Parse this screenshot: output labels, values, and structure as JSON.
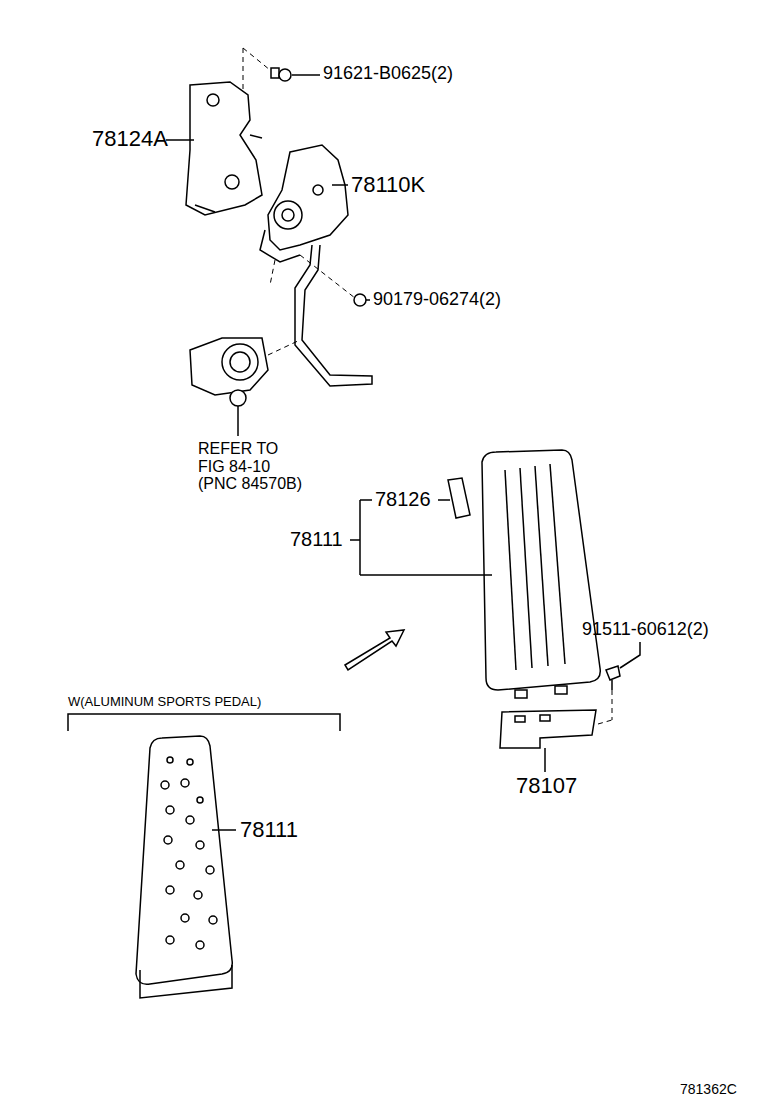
{
  "diagram": {
    "labels": [
      "91621-B0625(2)",
      "78124A",
      "78110K",
      "90179-06274(2)",
      "REFER TO FIG 84-10 (PNC 84570B)",
      "78126",
      "78111",
      "91511-60612(2)",
      "78107",
      "W(ALUMINUM SPORTS PEDAL)",
      "78111",
      "781362C"
    ]
  }
}
